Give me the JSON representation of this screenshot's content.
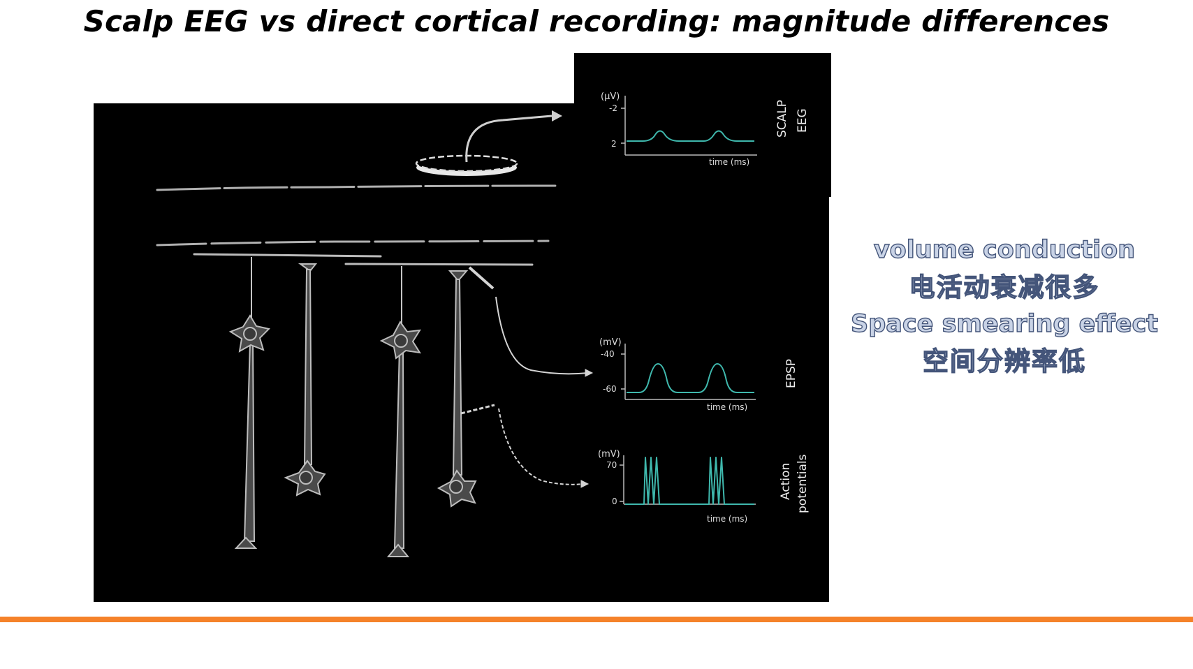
{
  "slide": {
    "title": "Scalp EEG vs direct cortical recording: magnitude differences",
    "colors": {
      "accent_line": "#f5822a",
      "trace": "#3fb8ad",
      "figure_bg": "#000000",
      "note_text": "#c9d3e6"
    }
  },
  "panels": {
    "scalp": {
      "label_line1": "SCALP",
      "label_line2": "EEG",
      "unit": "(µV)",
      "ticks": [
        "-2",
        "2"
      ],
      "xlabel": "time (ms)"
    },
    "epsp": {
      "label": "EPSP",
      "unit": "(mV)",
      "ticks": [
        "-40",
        "-60"
      ],
      "xlabel": "time (ms)"
    },
    "ap": {
      "label_line1": "Action",
      "label_line2": "potentials",
      "unit": "(mV)",
      "ticks": [
        "70",
        "0"
      ],
      "xlabel": "time (ms)"
    }
  },
  "notes": [
    "volume conduction",
    "电活动衰减很多",
    "Space smearing effect",
    "空间分辨率低"
  ]
}
